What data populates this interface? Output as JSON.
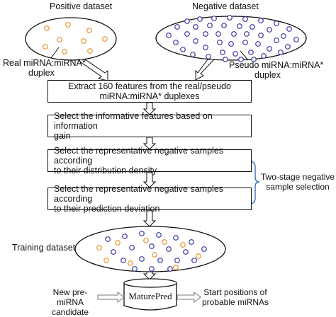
{
  "labels": {
    "positive_dataset": "Positive dataset",
    "negative_dataset": "Negative dataset",
    "real_duplex_line1": "Real miRNA:miRNA*",
    "real_duplex_line2": "duplex",
    "pseudo_duplex_line1": "Pseudo miRNA:miRNA*",
    "pseudo_duplex_line2": "duplex",
    "training_dataset": "Training dataset",
    "two_stage_line1": "Two-stage negative",
    "two_stage_line2": "sample selection",
    "new_premirna_line1": "New pre-miRNA",
    "new_premirna_line2": "candidate",
    "start_positions_line1": "Start positions of",
    "start_positions_line2": "probable miRNAs"
  },
  "steps": [
    {
      "line1": "Extract 160 features from the real/pseudo",
      "line2": "miRNA:miRNA* duplexes"
    },
    {
      "line1": "Select the informative features based on information",
      "line2": "gain"
    },
    {
      "line1": "Select the representative negative samples according",
      "line2": "to their distribution density"
    },
    {
      "line1": "Select the representative negative samples according",
      "line2": "to their prediction deviation"
    }
  ],
  "predictor": {
    "name": "MaturePred"
  },
  "colors": {
    "positive": "#e6962e",
    "negative": "#3a3aa0",
    "stroke": "#111111"
  }
}
